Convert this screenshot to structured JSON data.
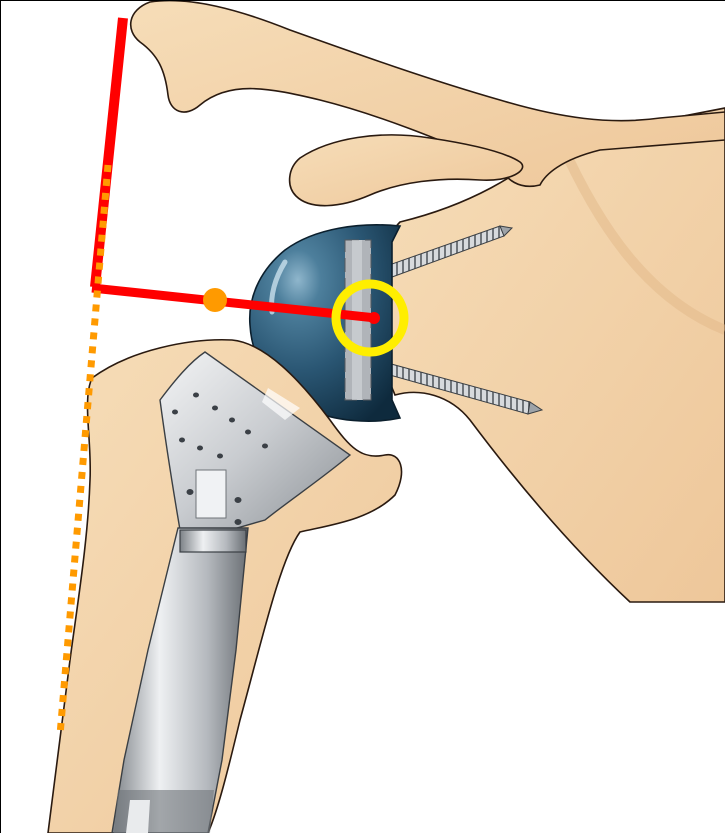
{
  "diagram": {
    "subject": "reverse-total-shoulder-arthroplasty-illustration",
    "colors": {
      "bone": "#f2d2a6",
      "bone_shade": "#e8c089",
      "outline": "#2a1a10",
      "glenosphere_dark": "#123247",
      "glenosphere_mid": "#2a5673",
      "glenosphere_light": "#8fb6cc",
      "metal_light": "#e4e6e8",
      "metal_mid": "#b9bdc2",
      "metal_dark": "#6f7479",
      "red_marker": "#ff0000",
      "orange_marker": "#ff9a00",
      "yellow_marker": "#ffee00",
      "border": "#000000"
    },
    "icons": [
      "acromion",
      "coracoid",
      "scapula",
      "glenosphere",
      "baseplate",
      "screw",
      "humeral-stem",
      "humerus"
    ]
  }
}
